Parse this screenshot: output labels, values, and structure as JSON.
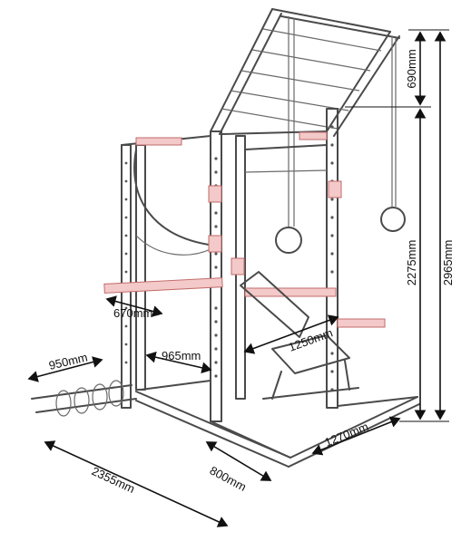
{
  "colors": {
    "frame": "#4a4a4a",
    "accent": "#e47b7b",
    "dimension": "#111111",
    "background": "#ffffff"
  },
  "dimensions": {
    "ring_height": "690mm",
    "upright_height": "2275mm",
    "total_height": "2965mm",
    "bar_depth": "670mm",
    "plate_storage": "950mm",
    "inner_width": "965mm",
    "bench_width": "1250mm",
    "base_width": "1270mm",
    "overall_length": "2355mm",
    "base_depth": "800mm"
  }
}
